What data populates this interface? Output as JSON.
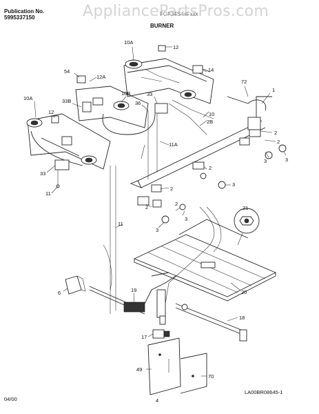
{
  "header": {
    "publication_label": "Publication No.",
    "publication_number": "5995337150",
    "model_text": "FGF34S4xFxxx",
    "section_title": "BURNER",
    "watermark": "AppliancePartsPros.com"
  },
  "callouts": [
    "10A",
    "12",
    "14",
    "54",
    "12A",
    "72",
    "1",
    "10A",
    "33B",
    "10B",
    "33",
    "36",
    "10",
    "2",
    "12",
    "2B",
    "2",
    "11A",
    "2",
    "3",
    "3",
    "33",
    "2",
    "3",
    "11",
    "2",
    "21",
    "2",
    "3",
    "3",
    "11",
    "20",
    "6",
    "19",
    "18",
    "17",
    "49",
    "70"
  ],
  "footer": {
    "date": "04/00",
    "page": "4",
    "drawing_id": "LA00BR08645-1"
  }
}
